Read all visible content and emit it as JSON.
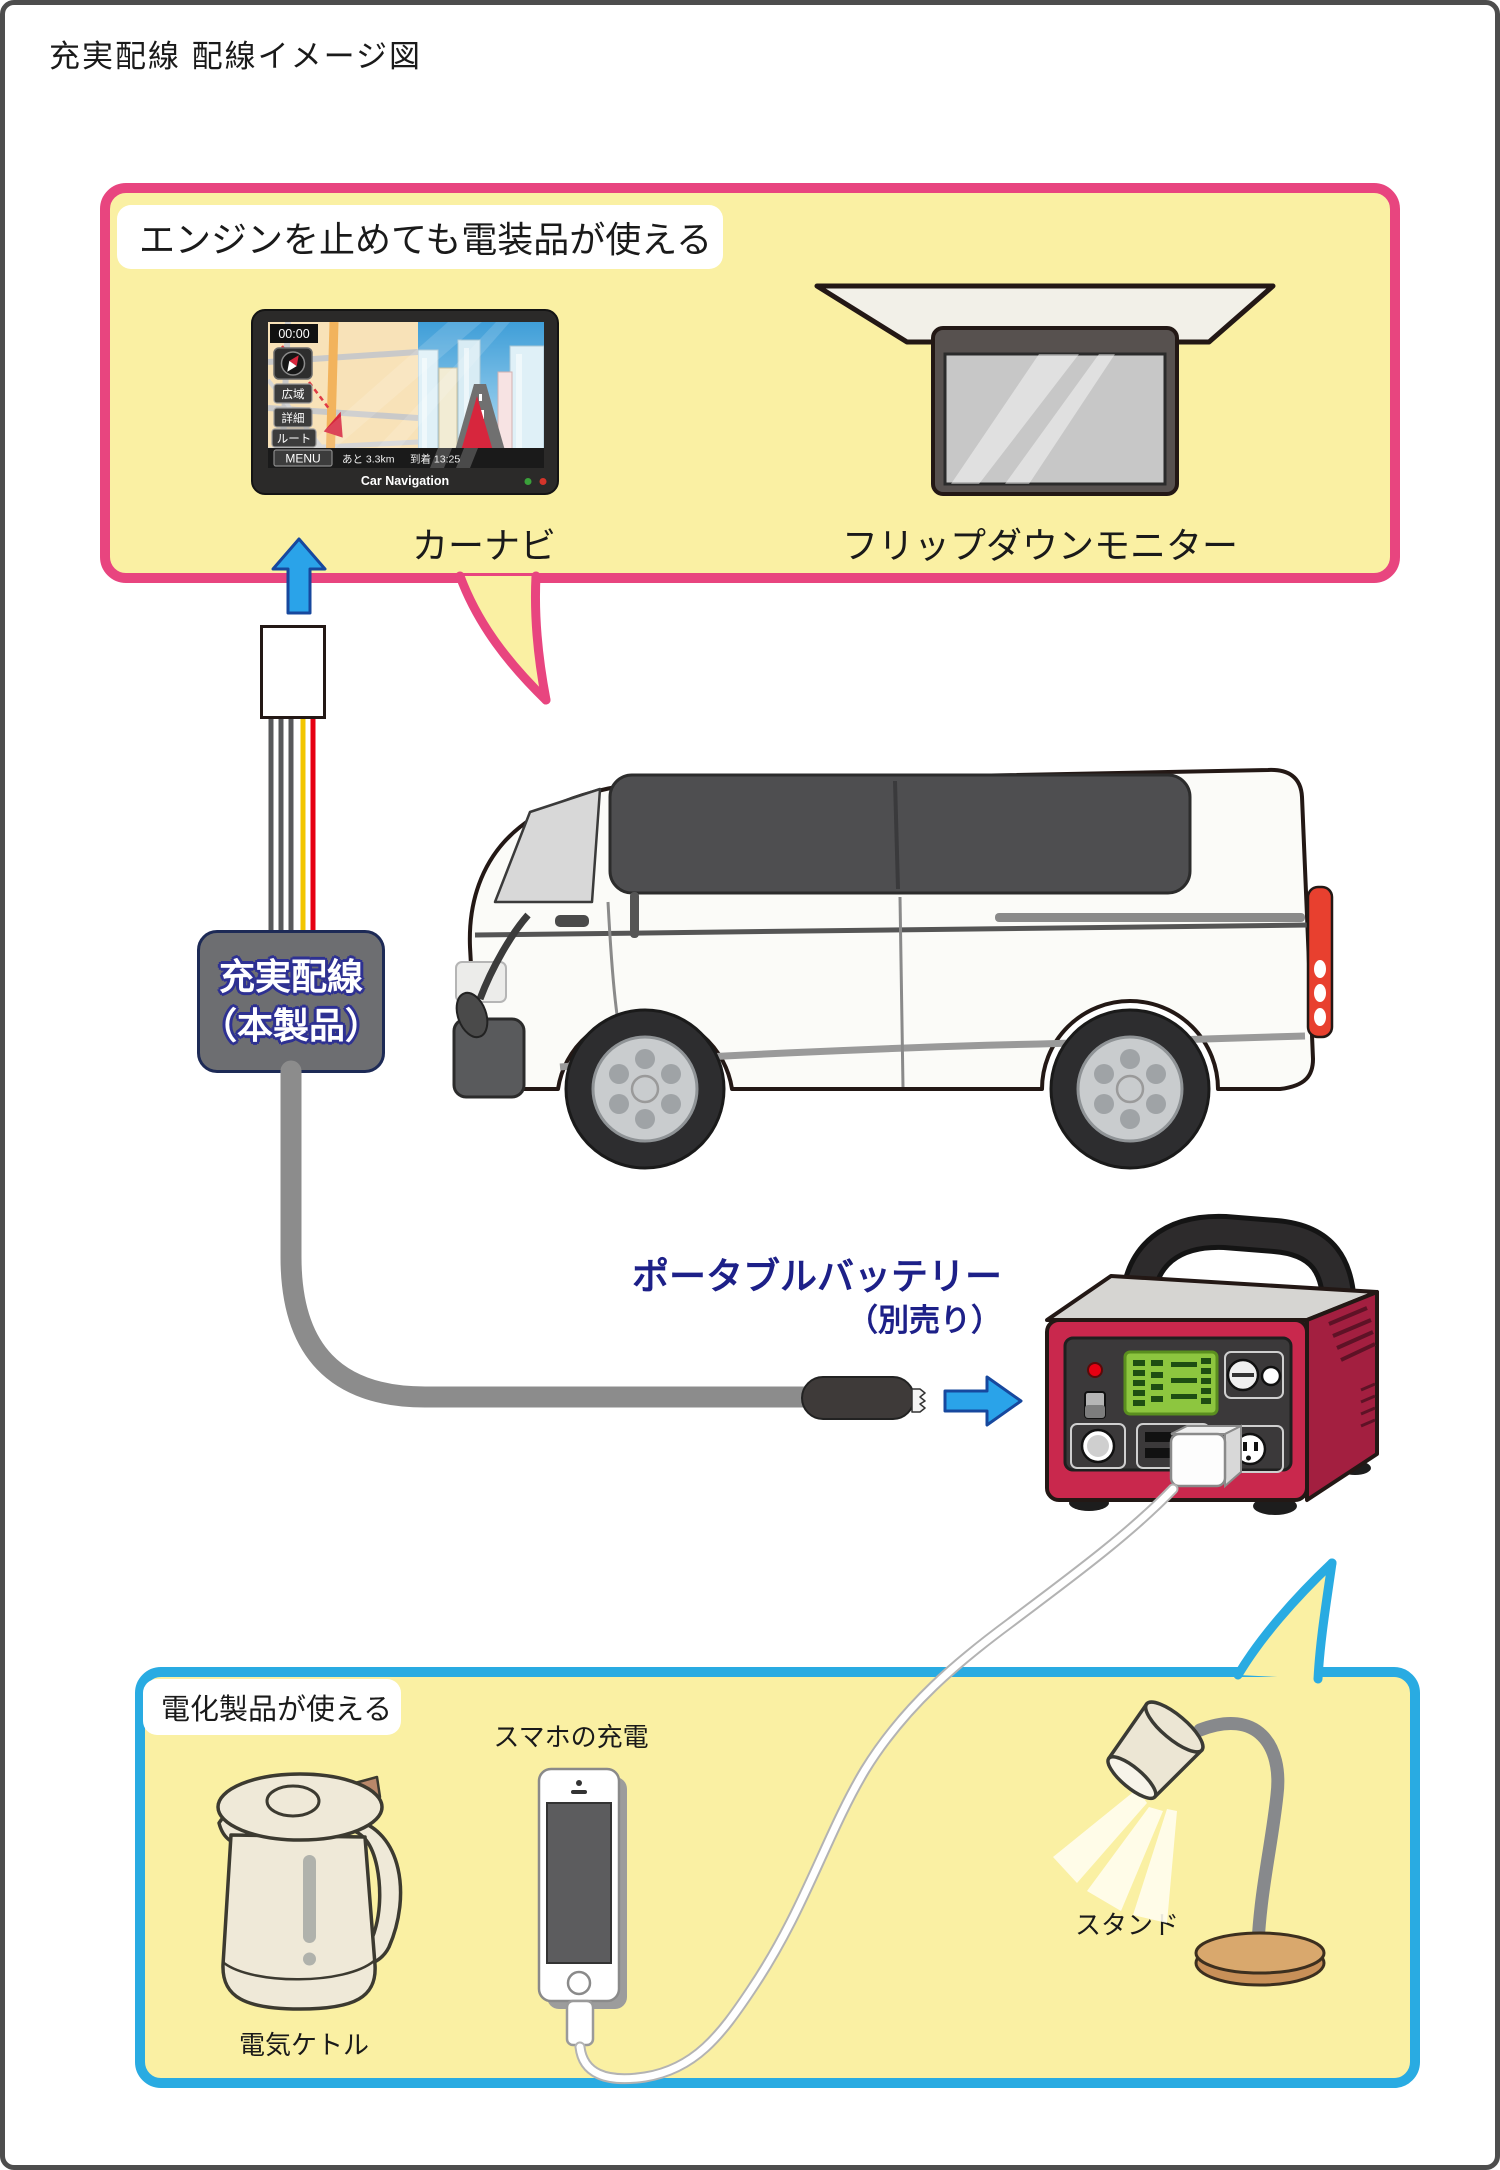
{
  "page": {
    "title": "充実配線 配線イメージ図"
  },
  "colors": {
    "accent_pink": "#e8457f",
    "accent_blue": "#29abe2",
    "panel_yellow": "#faf0a3",
    "arrow_blue": "#2aa3e9",
    "label_navy": "#1d2088",
    "battery_red": "#c9284d"
  },
  "top_box": {
    "heading": "エンジンを止めても電装品が使える",
    "car_nav_label": "カーナビ",
    "monitor_label": "フリップダウンモニター",
    "nav_screen": {
      "time": "00:00",
      "wide_button": "広域",
      "detail_button": "詳細",
      "route_button": "ルート",
      "menu_button": "MENU",
      "remaining": "あと 3.3km",
      "arrival": "到着 13:25",
      "brand": "Car Navigation"
    }
  },
  "product_box": {
    "line1": "充実配線",
    "line2": "（本製品）"
  },
  "battery": {
    "label_line1": "ポータブルバッテリー",
    "label_line2": "（別売り）"
  },
  "bottom_box": {
    "heading": "電化製品が使える",
    "kettle_label": "電気ケトル",
    "smartphone_label": "スマホの充電",
    "lamp_label": "スタンド"
  }
}
